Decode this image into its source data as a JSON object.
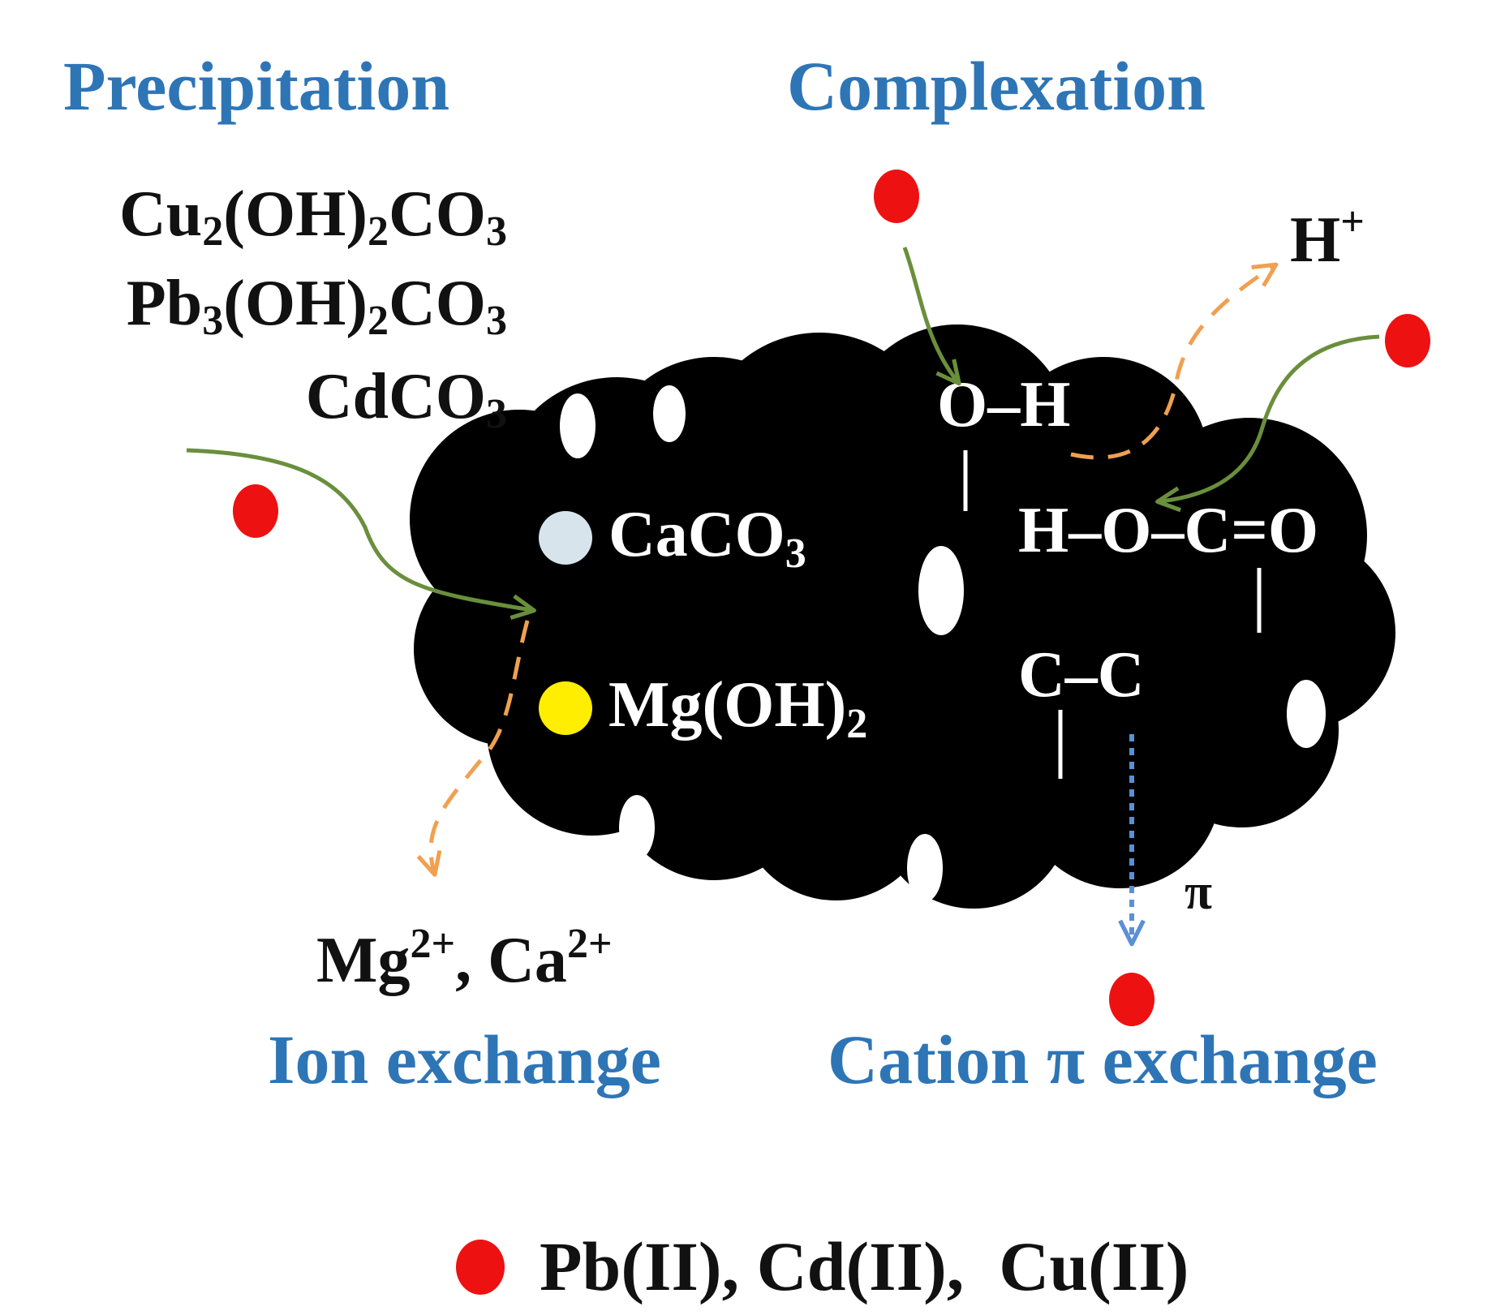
{
  "colors": {
    "heading": "#2e75b6",
    "ink": "#111111",
    "particle": "#000000",
    "on_particle": "#ffffff",
    "metal_dot": "#ee1111",
    "caco3_dot": "#d8e4ec",
    "mgoh2_dot": "#ffee00",
    "green_arrow": "#6a8f3c",
    "orange_arrow": "#f0a050",
    "blue_arrow": "#5b8fd6"
  },
  "headings": {
    "precipitation": "Precipitation",
    "complexation": "Complexation",
    "ion_exchange": "Ion exchange",
    "cation_pi": "Cation π exchange"
  },
  "precipitates": {
    "cu": {
      "a": "Cu",
      "s1": "2",
      "b": "(OH)",
      "s2": "2",
      "c": "CO",
      "s3": "3"
    },
    "pb": {
      "a": "Pb",
      "s1": "3",
      "b": "(OH)",
      "s2": "2",
      "c": "CO",
      "s3": "3"
    },
    "cd": {
      "a": "CdCO",
      "s1": "3"
    }
  },
  "minerals": {
    "caco3": {
      "base": "CaCO",
      "sub": "3"
    },
    "mgoh2": {
      "base": "Mg(OH)",
      "sub": "2"
    }
  },
  "groups": {
    "hydroxyl": "O–H",
    "carboxyl": "H–O–C=O",
    "cc": "C–C"
  },
  "released": {
    "proton": {
      "base": "H",
      "sup": "+"
    },
    "cations": {
      "mg": "Mg",
      "mg_sup": "2+",
      "sep": ", ",
      "ca": "Ca",
      "ca_sup": "2+"
    }
  },
  "pi_symbol": "π",
  "legend": {
    "label": "Pb(II), Cd(II),  Cu(II)"
  }
}
